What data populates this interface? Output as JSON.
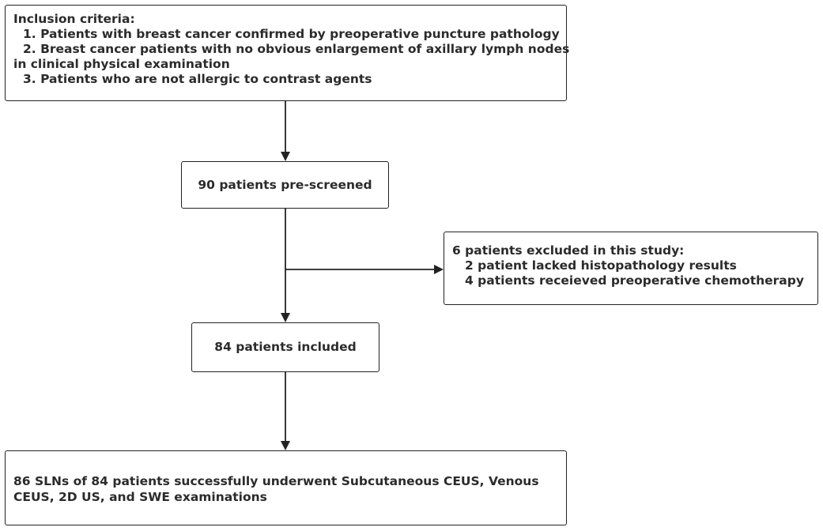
{
  "inclusion": {
    "title": "Inclusion criteria:",
    "item1": "1. Patients with breast cancer confirmed by preoperative puncture pathology",
    "item2_line1": "2. Breast cancer patients with no obvious enlargement of axillary lymph nodes",
    "item2_line2": "in clinical physical examination",
    "item3": "3. Patients who are not allergic to contrast agents"
  },
  "prescreen": {
    "label": "90 patients pre-screened"
  },
  "excluded": {
    "title": "6 patients excluded in this study:",
    "reason1": "2 patient lacked histopathology results",
    "reason2": "4 patients receieved preoperative chemotherapy"
  },
  "included": {
    "label": "84 patients included"
  },
  "final": {
    "line1": "86 SLNs of 84 patients successfully underwent Subcutaneous CEUS, Venous",
    "line2": "CEUS, 2D US, and SWE examinations"
  }
}
